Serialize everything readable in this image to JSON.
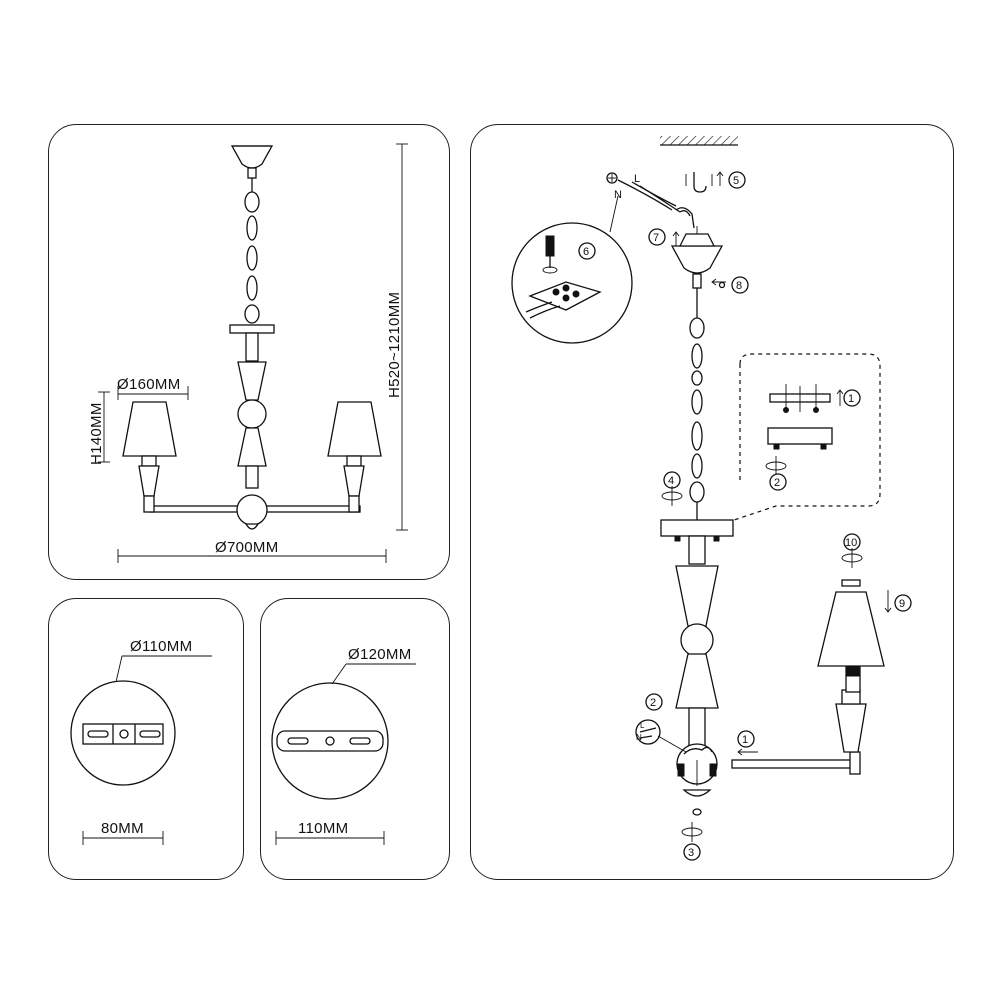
{
  "overview": {
    "shade_diameter": "Ø160MM",
    "shade_height": "H140MM",
    "overall_height": "H520~1210MM",
    "overall_diameter": "Ø700MM"
  },
  "mount_small": {
    "diameter": "Ø110MM",
    "bar_length": "80MM"
  },
  "mount_large": {
    "diameter": "Ø120MM",
    "bar_length": "110MM"
  },
  "assembly": {
    "wire_labels": {
      "L": "L",
      "N": "N"
    },
    "steps": {
      "s1": "1",
      "s2": "2",
      "s3": "3",
      "s4": "4",
      "s5": "5",
      "s6": "6",
      "s7": "7",
      "s8": "8",
      "s9": "9",
      "s10": "10"
    },
    "inset_labels": {
      "L": "L",
      "N": "N"
    }
  }
}
